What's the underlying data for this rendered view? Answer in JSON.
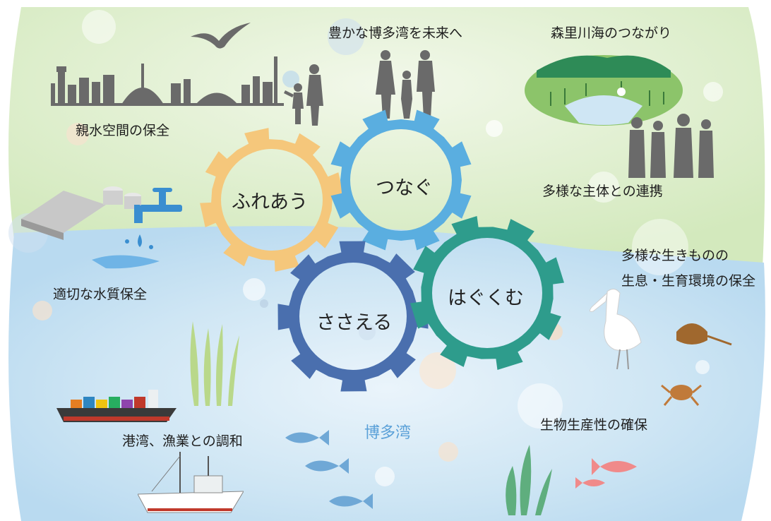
{
  "gears": [
    {
      "id": "fureau",
      "label": "ふれあう",
      "color": "#f5c77b"
    },
    {
      "id": "tsunagu",
      "label": "つなぐ",
      "color": "#5aaee0"
    },
    {
      "id": "sasaeru",
      "label": "ささえる",
      "color": "#4a6fae"
    },
    {
      "id": "hagukumu",
      "label": "はぐくむ",
      "color": "#2e9c8c"
    }
  ],
  "labels": {
    "future_bay": "豊かな博多湾を未来へ",
    "forest_sea": "森里川海のつながり",
    "waterfront": "親水空間の保全",
    "stakeholders": "多様な主体との連携",
    "water_quality": "適切な水質保全",
    "habitat_line1": "多様な生きものの",
    "habitat_line2": "生息・生育環境の保全",
    "productivity": "生物生産性の確保",
    "harbor_fishery": "港湾、漁業との調和",
    "bay_name": "博多湾"
  },
  "colors": {
    "land_green": "#d9ecc6",
    "sea_blue": "#cfe6f4",
    "silhouette": "#6a6a6a",
    "bay_text": "#5aa0d8"
  }
}
